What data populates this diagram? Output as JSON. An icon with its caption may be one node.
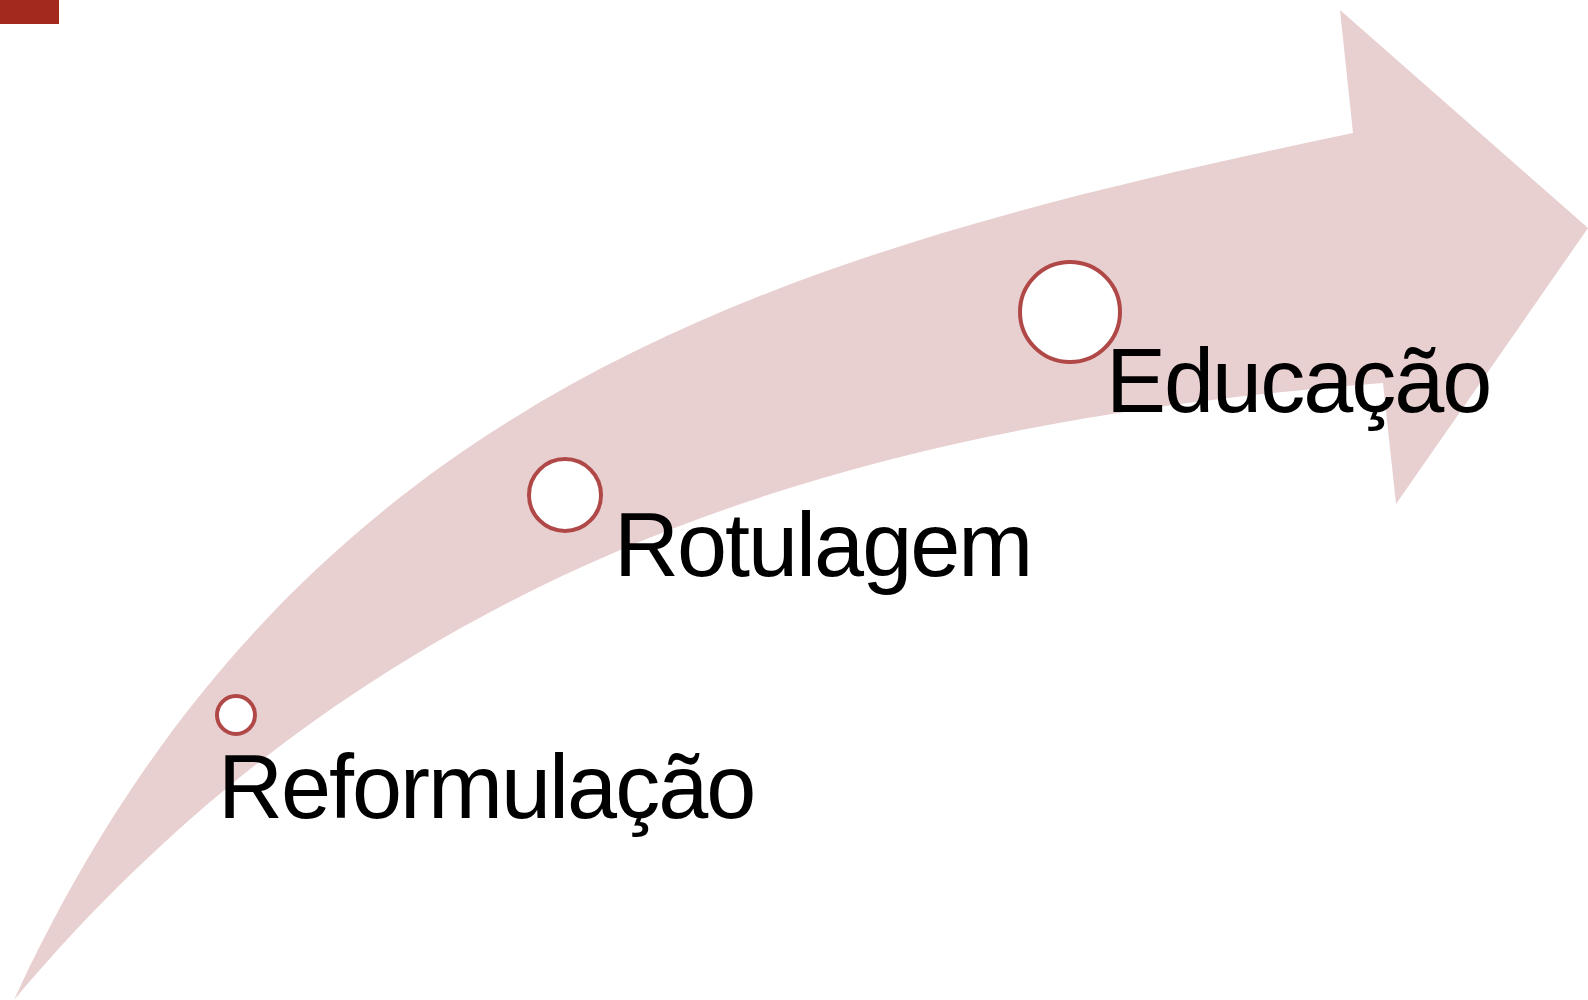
{
  "diagram": {
    "nodes": [
      {
        "text": [
          "Reformulação"
        ]
      },
      {
        "text": [
          "Rotulagem"
        ]
      },
      {
        "text": [
          "Educação"
        ]
      }
    ]
  }
}
